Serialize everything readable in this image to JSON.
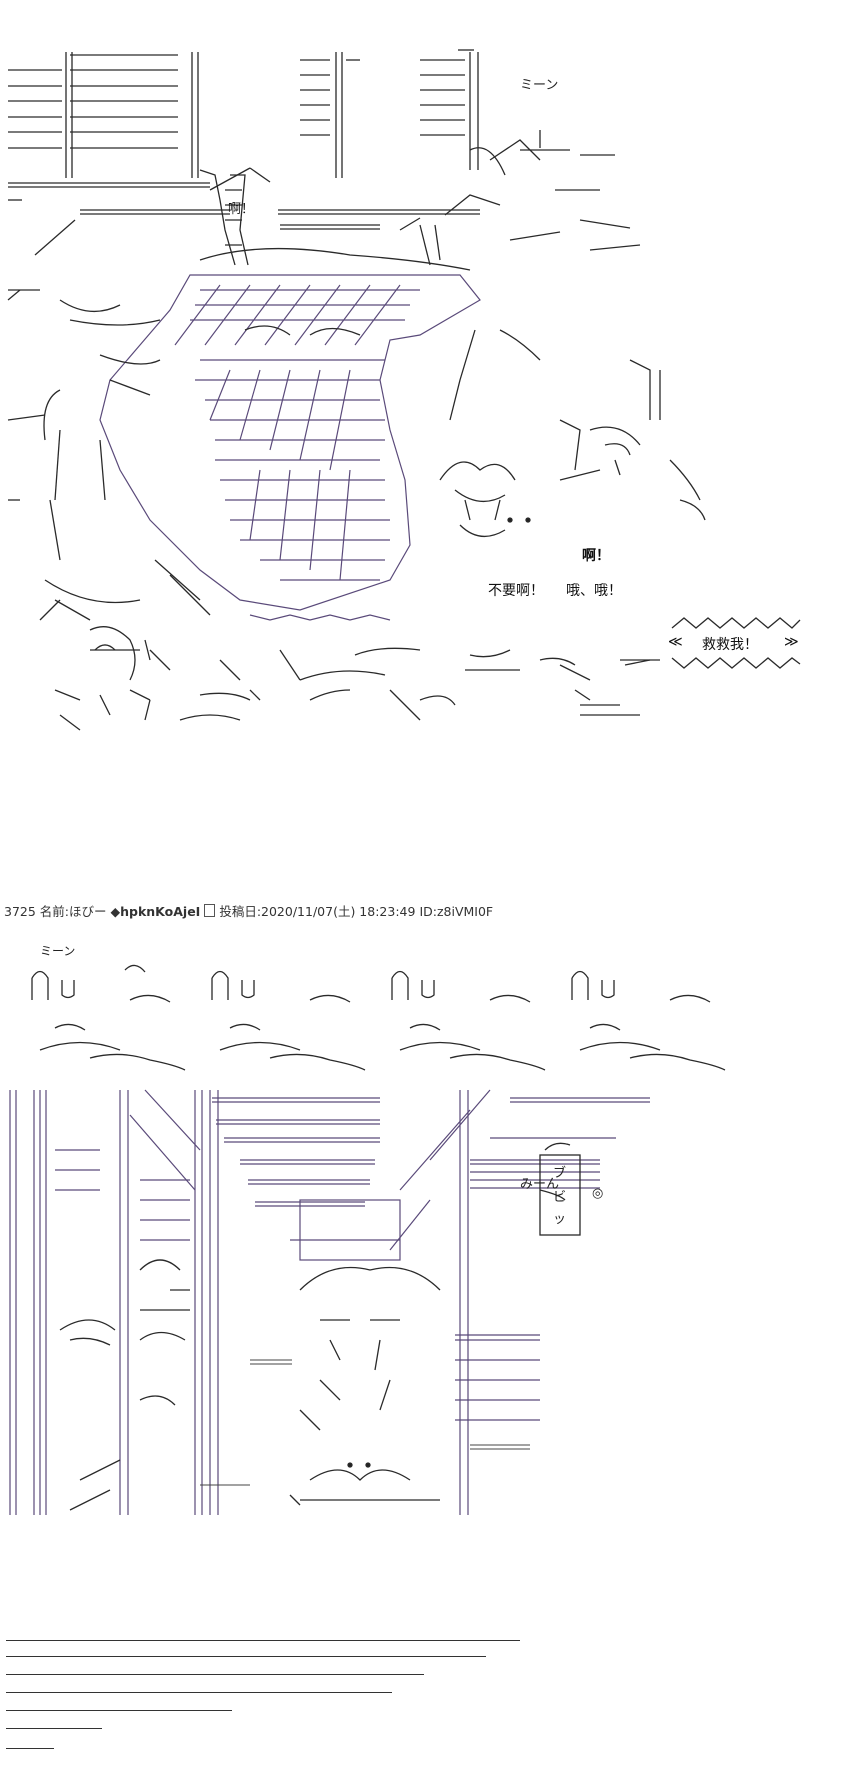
{
  "top_panel": {
    "sfx_mii": "ミーン",
    "exclaim_a": "啊！",
    "exclaim_ah": "啊！",
    "dont_ah": "不要啊！",
    "oh_oh": "哦、哦！",
    "save_me": "救救我！",
    "save_me_open": "≪",
    "save_me_close": "≫"
  },
  "post": {
    "number": "3725",
    "name_label": "名前:",
    "name": "ほびー",
    "trip": "◆hpknKoAjeI",
    "mail_icon": "envelope-icon",
    "date_label": "投稿日:",
    "date": "2020/11/07(土) 18:23:49",
    "id_label": "ID:",
    "id": "z8iVMI0F"
  },
  "bottom_panel": {
    "sfx_mii_top": "ミーン",
    "sfx_miin": "みーん",
    "sign_a": "ブ",
    "sign_b": "ビ",
    "sign_c": "ッ",
    "sign_circle": "◎"
  },
  "colors": {
    "ink": "#222222",
    "art_purple": "#5a4a7a",
    "background": "#ffffff"
  }
}
